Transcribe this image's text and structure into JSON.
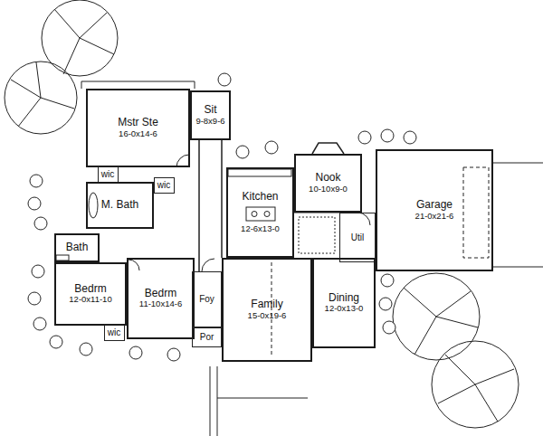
{
  "diagram": {
    "nodes": [
      {
        "text": [
          "Mstr Ste",
          "16-0x14-6"
        ]
      },
      {
        "text": [
          "Sit",
          "9-8x9-6"
        ]
      },
      {
        "text": [
          "Nook",
          "10-10x9-0"
        ]
      },
      {
        "text": [
          "Garage",
          "21-0x21-6"
        ]
      },
      {
        "text": [
          "wic"
        ]
      },
      {
        "text": [
          "M. Bath"
        ]
      },
      {
        "text": [
          "wic"
        ]
      },
      {
        "text": [
          "Kitchen",
          "12-6x13-0"
        ]
      },
      {
        "text": [
          "Util"
        ]
      },
      {
        "text": [
          "Bath"
        ]
      },
      {
        "text": [
          "Bedrm",
          "12-0x11-10"
        ]
      },
      {
        "text": [
          "Bedrm",
          "11-10x14-6"
        ]
      },
      {
        "text": [
          "Foy"
        ]
      },
      {
        "text": [
          "Family",
          "15-0x19-6"
        ]
      },
      {
        "text": [
          "Dining",
          "12-0x13-0"
        ]
      },
      {
        "text": [
          "Por"
        ]
      },
      {
        "text": [
          "wic"
        ]
      }
    ]
  }
}
